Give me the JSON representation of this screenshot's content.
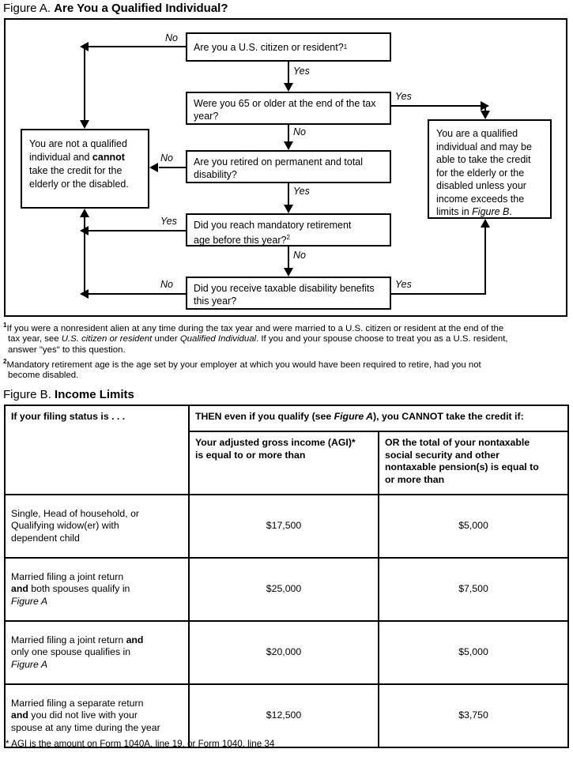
{
  "figure_a": {
    "label": "Figure A.",
    "name": "Are You a Qualified Individual?",
    "nodes": {
      "q_citizen": "Are you a U.S. citizen or resident?",
      "q_citizen_sup": "1",
      "q_age": "Were you 65 or older at the end of the tax year?",
      "q_retired": "Are you retired on permanent and total disability?",
      "q_mandatory_a": "Did you reach mandatory retirement",
      "q_mandatory_b": "age before this year?",
      "q_mandatory_sup": "2",
      "q_taxable": "Did you receive taxable disability benefits this year?",
      "result_not_qualified_1": "You are not a qualified",
      "result_not_qualified_2a": "individual and ",
      "result_not_qualified_2b": "cannot",
      "result_not_qualified_3": "take the credit for the",
      "result_not_qualified_4": "elderly or the disabled.",
      "result_qualified_1": "You are a qualified",
      "result_qualified_2": "individual and may be",
      "result_qualified_3": "able to take the credit",
      "result_qualified_4": "for the elderly or the",
      "result_qualified_5": "disabled unless your",
      "result_qualified_6": "income exceeds the",
      "result_qualified_7a": "limits in ",
      "result_qualified_7b": "Figure B",
      "result_qualified_7c": "."
    },
    "edges": {
      "citizen_no": "No",
      "citizen_yes": "Yes",
      "age_yes": "Yes",
      "age_no": "No",
      "retired_no": "No",
      "retired_yes": "Yes",
      "mandatory_yes": "Yes",
      "mandatory_no": "No",
      "taxable_no": "No",
      "taxable_yes": "Yes"
    },
    "footnotes": {
      "one_marker": "1",
      "one_a": "If you were a nonresident alien at any time during the tax year and were married to a U.S. citizen or resident at the end of the",
      "one_b_1": "tax year, see ",
      "one_b_i1": "U.S. citizen or resident",
      "one_b_2": " under ",
      "one_b_i2": "Qualified Individual",
      "one_b_3": ". If you and your spouse choose to treat you as a U.S. resident,",
      "one_c": "answer \"yes\" to this question.",
      "two_marker": "2",
      "two_a": "Mandatory retirement age is the age set by your employer at which you would have been required to retire, had you not",
      "two_b": "become disabled."
    }
  },
  "figure_b": {
    "label": "Figure B.",
    "name": "Income Limits",
    "header": {
      "col1": "If your filing status is . . .",
      "span_1": "THEN even if you qualify (see ",
      "span_i": "Figure A",
      "span_2": "), you CANNOT take the credit if:",
      "col2_l1": "Your adjusted gross income (AGI)*",
      "col2_l2": "is equal to or more than",
      "col3_l1": "OR the total of your nontaxable",
      "col3_l2": "social security and other",
      "col3_l3": "nontaxable pension(s) is equal to",
      "col3_l4": "or more than"
    },
    "rows": [
      {
        "status_l1": "Single, Head of household, or",
        "status_l2": "Qualifying widow(er) with",
        "status_l3": "dependent child",
        "agi": "$17,500",
        "nontaxable": "$5,000"
      },
      {
        "status_l1": "Married filing a joint return",
        "status_l2_b": "and",
        "status_l2_t": " both spouses qualify in",
        "status_l3_i": "Figure A",
        "agi": "$25,000",
        "nontaxable": "$7,500"
      },
      {
        "status_l1_t": "Married filing a joint return ",
        "status_l1_b": "and",
        "status_l2": "only one spouse qualifies in",
        "status_l3_i": "Figure A",
        "agi": "$20,000",
        "nontaxable": "$5,000"
      },
      {
        "status_l1": "Married filing a separate return",
        "status_l2_b": "and",
        "status_l2_t": " you did not live with your",
        "status_l3": "spouse at any time during the year",
        "agi": "$12,500",
        "nontaxable": "$3,750"
      }
    ],
    "footnote": "* AGI is the amount on Form 1040A, line 19, or Form 1040, line 34"
  }
}
